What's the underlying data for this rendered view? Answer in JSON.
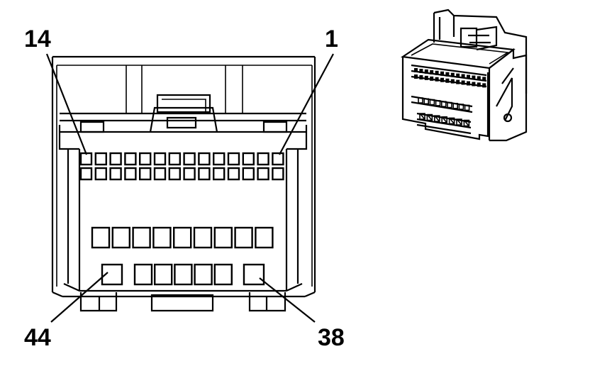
{
  "pin_labels": {
    "top_left": "14",
    "top_right": "1",
    "bottom_left": "44",
    "bottom_right": "38"
  },
  "connector": {
    "top_row_cavities": 14,
    "second_row_cavities": 14,
    "middle_row_cavities": 9,
    "bottom_row_cavities": 7
  }
}
